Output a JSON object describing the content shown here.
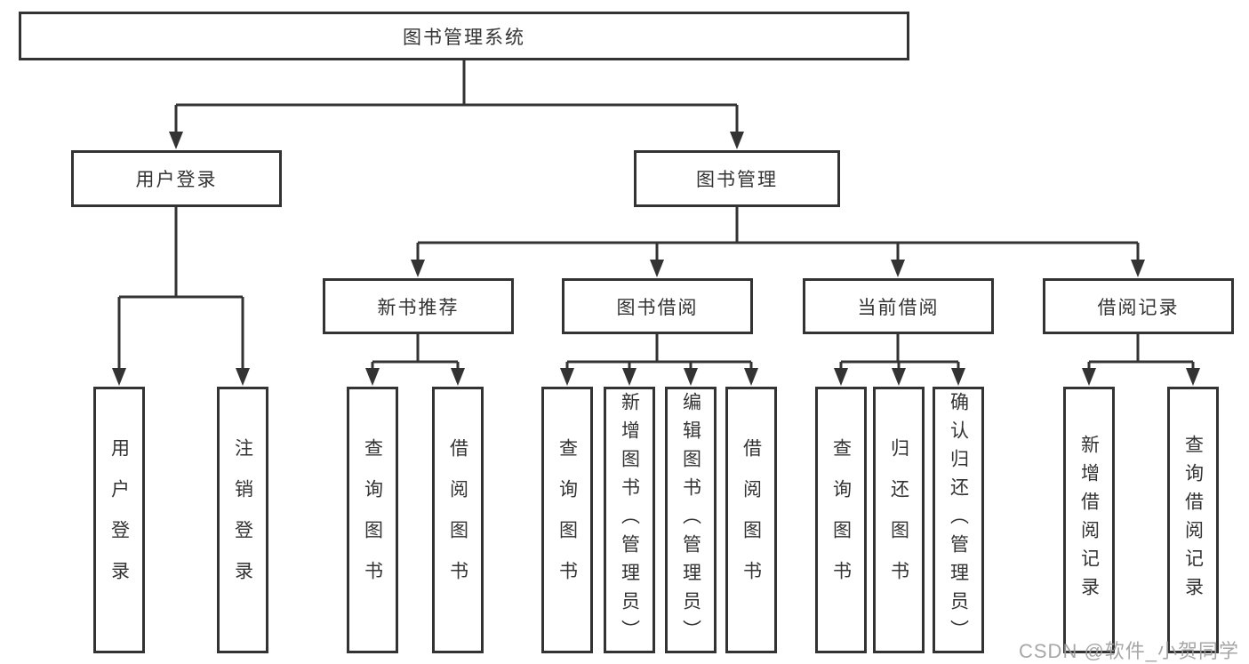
{
  "diagram_title": "图书管理系统",
  "root": {
    "label": "图书管理系统"
  },
  "level2": [
    {
      "label": "用户登录",
      "parent": "图书管理系统"
    },
    {
      "label": "图书管理",
      "parent": "图书管理系统"
    }
  ],
  "level3": [
    {
      "label": "新书推荐",
      "parent": "图书管理"
    },
    {
      "label": "图书借阅",
      "parent": "图书管理"
    },
    {
      "label": "当前借阅",
      "parent": "图书管理"
    },
    {
      "label": "借阅记录",
      "parent": "图书管理"
    }
  ],
  "leaves": [
    {
      "label": "用户登录",
      "parent": "用户登录"
    },
    {
      "label": "注销登录",
      "parent": "用户登录"
    },
    {
      "label": "查询图书",
      "parent": "新书推荐"
    },
    {
      "label": "借阅图书",
      "parent": "新书推荐"
    },
    {
      "label": "查询图书",
      "parent": "图书借阅"
    },
    {
      "label": "新增图书（管理员）",
      "parent": "图书借阅"
    },
    {
      "label": "编辑图书（管理员）",
      "parent": "图书借阅"
    },
    {
      "label": "借阅图书",
      "parent": "图书借阅"
    },
    {
      "label": "查询图书",
      "parent": "当前借阅"
    },
    {
      "label": "归还图书",
      "parent": "当前借阅"
    },
    {
      "label": "确认归还（管理员）",
      "parent": "当前借阅"
    },
    {
      "label": "新增借阅记录",
      "parent": "借阅记录"
    },
    {
      "label": "查询借阅记录",
      "parent": "借阅记录"
    }
  ],
  "watermark": {
    "label": "CSDN @软件_小贺同学"
  },
  "colors": {
    "line": "#333333",
    "text": "#333333",
    "box_background": "#ffffff",
    "watermark_text": "#9e9e9e"
  }
}
